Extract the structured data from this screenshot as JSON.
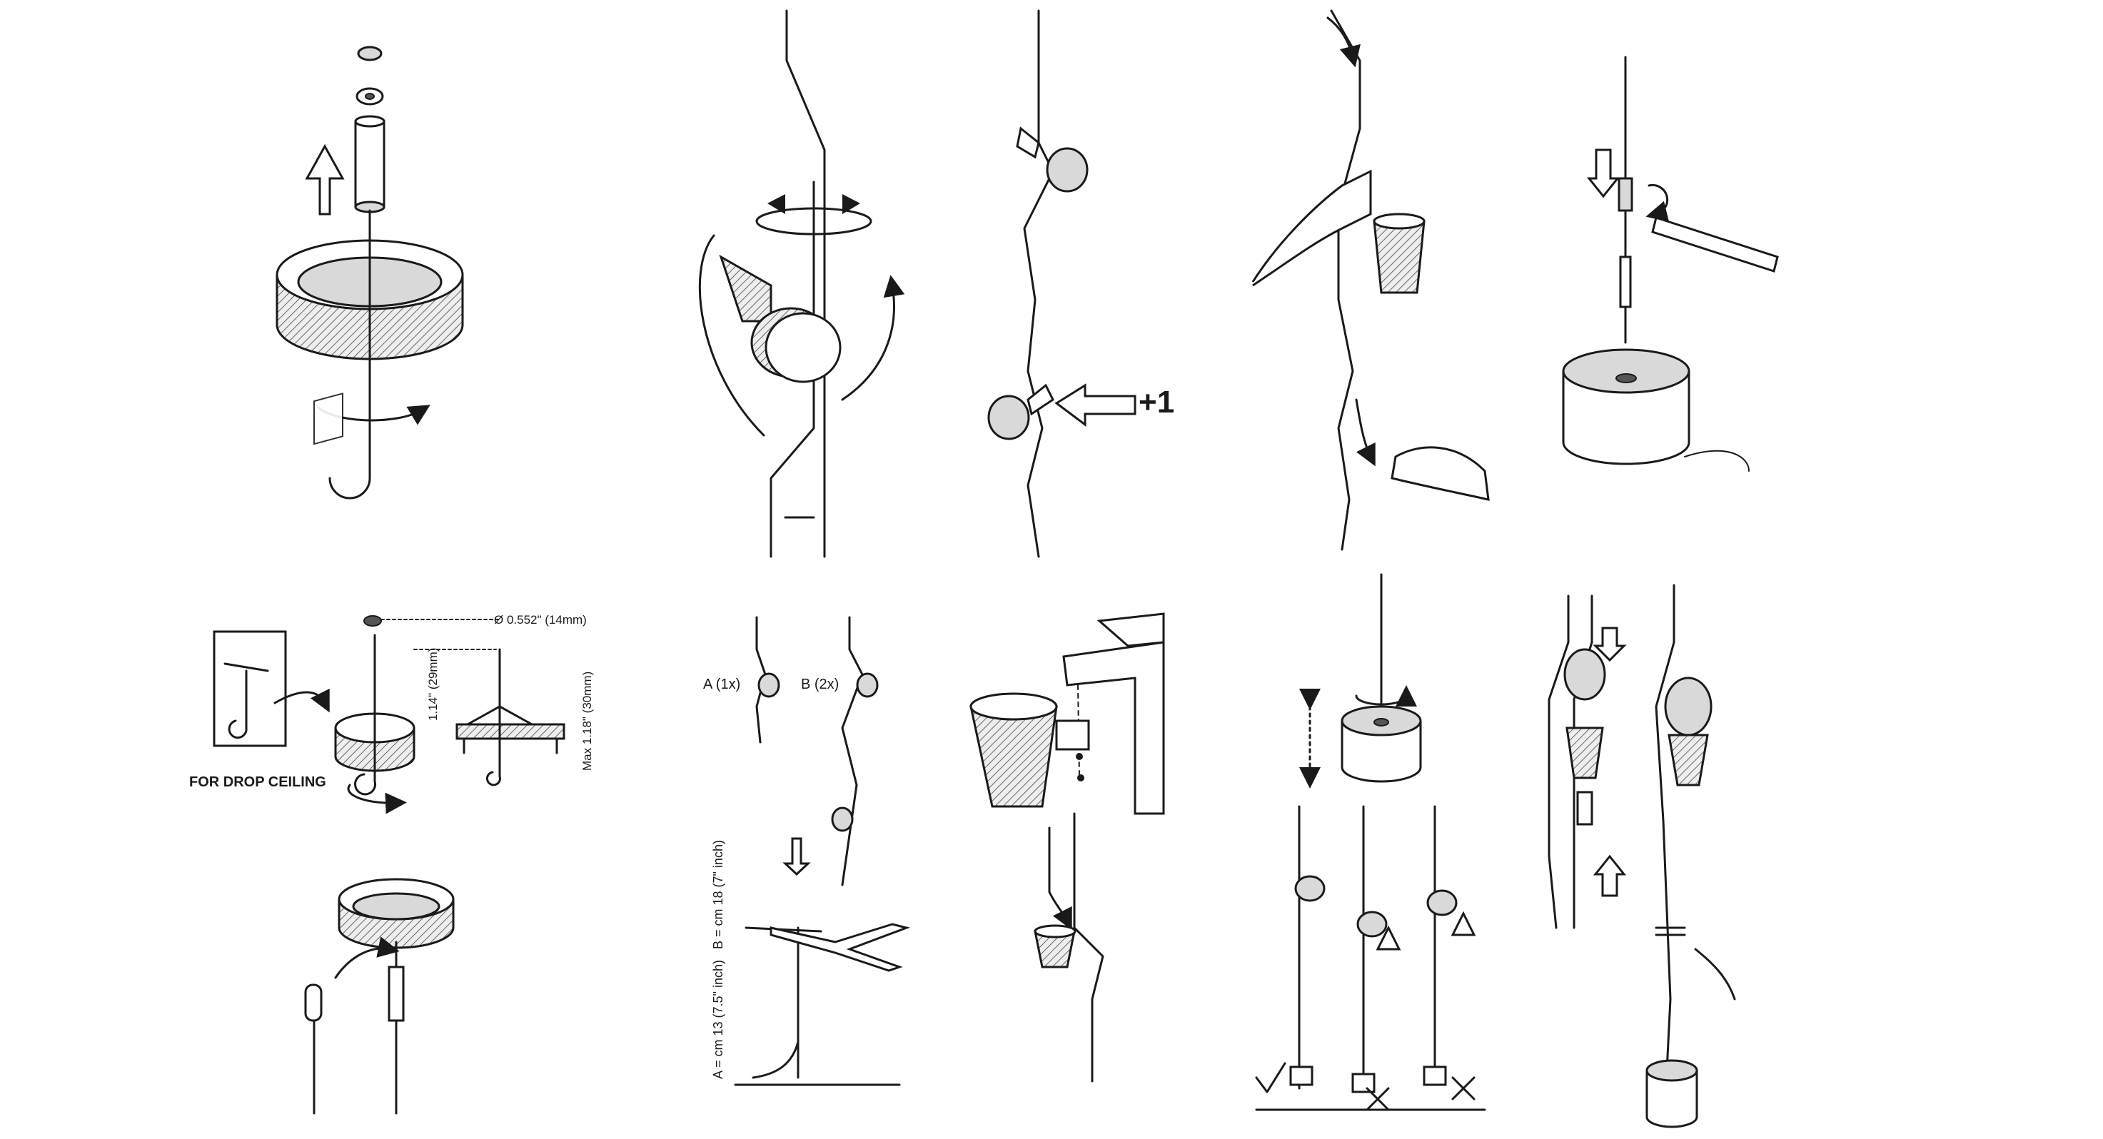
{
  "panels": {
    "lamp_add": {
      "count_label": "+1"
    },
    "drop_ceiling": {
      "caption": "FOR DROP CEILING",
      "dim_diameter": "Ø 0.552\" (14mm)",
      "dim_height": "1.14\" (29mm)",
      "dim_max": "Max 1.18\" (30mm)"
    },
    "variants": {
      "a_label": "A (1x)",
      "b_label": "B (2x)",
      "dim_a": "A = cm 13 (7.5\" inch)",
      "dim_b": "B = cm 18 (7\" inch)"
    }
  }
}
